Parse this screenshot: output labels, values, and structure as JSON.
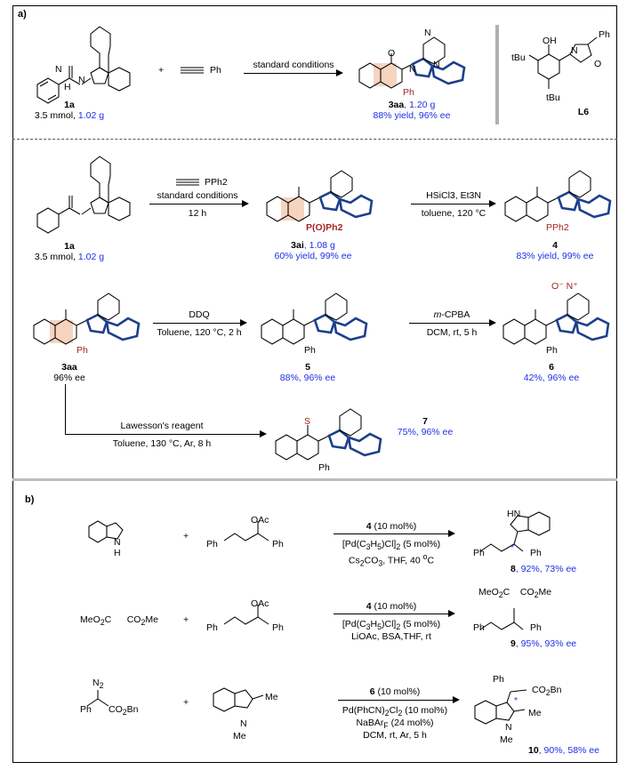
{
  "panel_a": {
    "label": "a)",
    "row1": {
      "sm_label": "1a",
      "sm_amount_black": "3.5 mmol, ",
      "sm_amount_blue": "1.02 g",
      "plus": "+",
      "alkyne_group": "Ph",
      "conditions": "standard conditions",
      "prod_label": "3aa",
      "prod_amount": ", 1.20 g",
      "prod_yield": "88% yield, 96% ee",
      "prod_substituent": "Ph",
      "ligand_label": "L6",
      "ligand_groups": [
        "OH",
        "Ph",
        "tBu",
        "tBu",
        "N",
        "O"
      ]
    },
    "row2": {
      "sm_label": "1a",
      "sm_amount_black": "3.5 mmol, ",
      "sm_amount_blue": "1.02 g",
      "alkyne_group": "PPh2",
      "cond_top": "standard conditions",
      "cond_bottom": "12 h",
      "prod_label": "3ai",
      "prod_amount": ", 1.08 g",
      "prod_yield": "60% yield, 99% ee",
      "prod_substituent": "P(O)Ph2",
      "reduction_top": "HSiCl3, Et3N",
      "reduction_bottom": "toluene, 120 °C",
      "prod2_label": "4",
      "prod2_yield": "83% yield, 99% ee",
      "prod2_substituent": "PPh2"
    },
    "row3": {
      "sm_label": "3aa",
      "sm_ee": "96% ee",
      "ox_top": "DDQ",
      "ox_bottom": "Toluene, 120 °C, 2 h",
      "p5_label": "5",
      "p5_yield": "88%, 96% ee",
      "mcpba_top": "m-CPBA",
      "mcpba_bottom": "DCM, rt, 5 h",
      "p6_label": "6",
      "p6_yield": "42%, 96% ee"
    },
    "row4": {
      "lr_top": "Lawesson's reagent",
      "lr_bottom": "Toluene, 130 °C, Ar, 8 h",
      "p7_label": "7",
      "p7_yield": "75%, 96% ee",
      "thio": "S"
    }
  },
  "panel_b": {
    "label": "b)",
    "r1": {
      "nuc_nh": "N\nH",
      "plus": "+",
      "oac": "OAc",
      "ph1": "Ph",
      "ph2": "Ph",
      "cat": "4 (10 mol%)",
      "c1": "[Pd(C3H5)Cl]2 (5 mol%)",
      "c2": "Cs2CO3, THF, 40 °C",
      "prod": "8",
      "yield": ", 92%, 73% ee"
    },
    "r2": {
      "nuc": "MeO2C     CO2Me",
      "plus": "+",
      "oac": "OAc",
      "ph1": "Ph",
      "ph2": "Ph",
      "cat": "4 (10 mol%)",
      "c1": "[Pd(C3H5)Cl]2 (5 mol%)",
      "c2": "LiOAc, BSA,THF, rt",
      "prod": "9",
      "yield": ", 95%, 93% ee"
    },
    "r3": {
      "diazo": "N2",
      "ph": "Ph",
      "co2bn": "CO2Bn",
      "plus": "+",
      "me1": "Me",
      "me2": "Me",
      "cat": "6 (10 mol%)",
      "c1": "Pd(PhCN)2Cl2 (10 mol%)",
      "c2": "NaBArF (24 mol%)",
      "c3": "DCM, rt, Ar, 5 h",
      "prod": "10",
      "yield": ", 90%, 58% ee"
    }
  }
}
